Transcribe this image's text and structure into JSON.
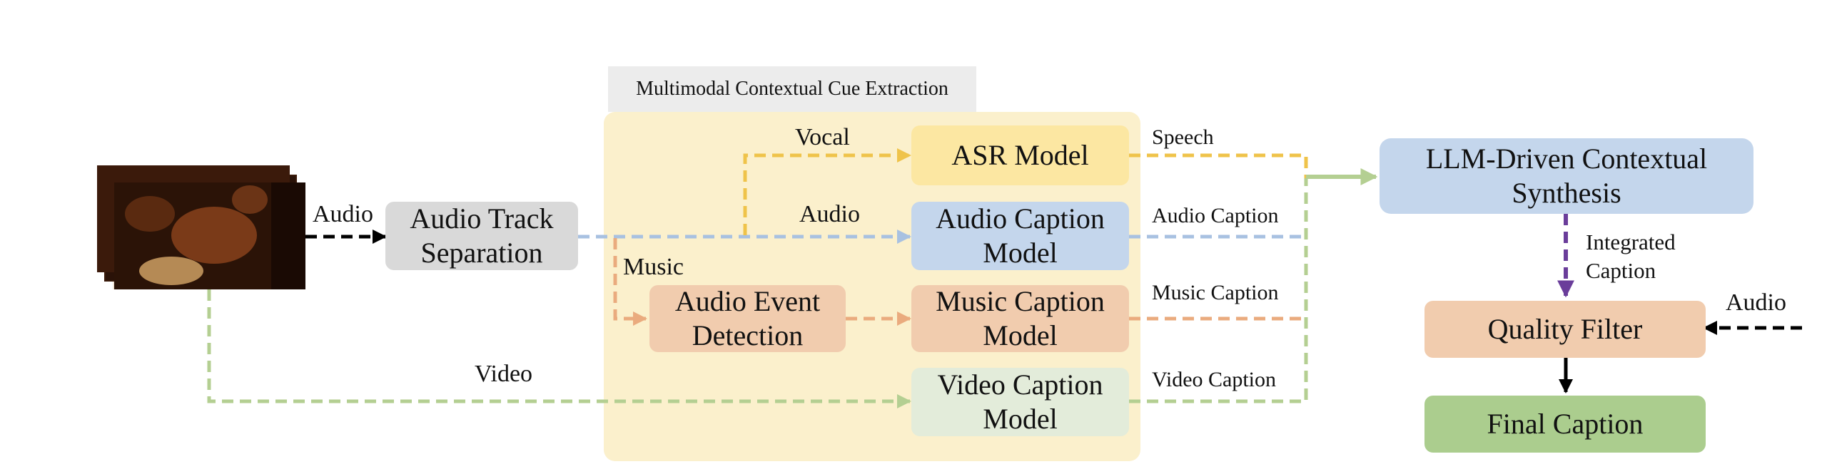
{
  "section_title": "Multimodal Contextual Cue Extraction",
  "nodes": {
    "audio_track_separation": "Audio Track Separation",
    "asr_model": "ASR Model",
    "audio_caption_model": "Audio Caption Model",
    "audio_event_detection": "Audio Event Detection",
    "music_caption_model": "Music Caption Model",
    "video_caption_model": "Video Caption Model",
    "llm_synthesis": "LLM-Driven Contextual Synthesis",
    "quality_filter": "Quality Filter",
    "final_caption": "Final Caption"
  },
  "edge_labels": {
    "audio_in": "Audio",
    "vocal": "Vocal",
    "audio_mid": "Audio",
    "music": "Music",
    "video": "Video",
    "speech": "Speech",
    "audio_caption": "Audio Caption",
    "music_caption": "Music Caption",
    "video_caption": "Video Caption",
    "integrated_caption": "Integrated Caption",
    "audio_right": "Audio"
  },
  "colors": {
    "region_bg": "#fbf0cc",
    "title_bg": "#ececec",
    "gray_box": "#d9d9d9",
    "yellow_box": "#fce7a2",
    "blue_box": "#c4d6ec",
    "peach_box": "#f1ccae",
    "lightgreen_box": "#e3ecda",
    "green_box": "#abcd8e",
    "yellow_line": "#efc34a",
    "blue_line": "#a8c1e1",
    "peach_line": "#eaab7e",
    "green_line": "#b4cf92",
    "purple_line": "#6a3d9a",
    "black_line": "#000000"
  }
}
